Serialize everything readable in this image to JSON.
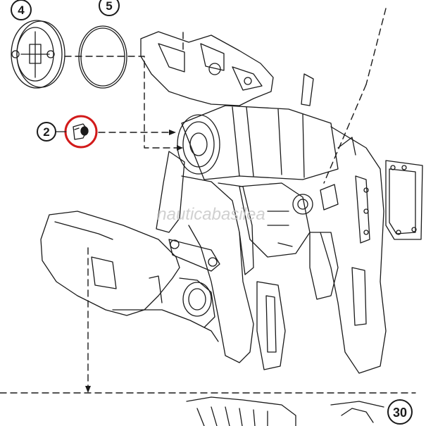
{
  "callouts": {
    "c4": "4",
    "c5": "5",
    "c2": "2",
    "c30": "30"
  },
  "watermark": "nauticabasilea",
  "colors": {
    "line": "#1a1a1a",
    "highlight_ring": "#d21a1a",
    "background": "#ffffff",
    "watermark": "#c8c8c8"
  },
  "icons": {
    "highlighted_part": "bolt-connector-icon"
  }
}
